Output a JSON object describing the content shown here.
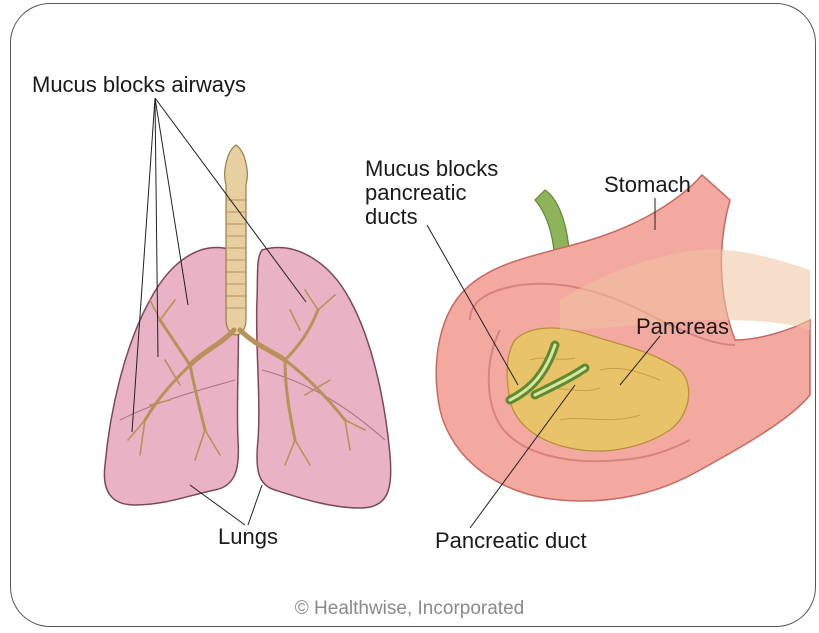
{
  "labels": {
    "airways": "Mucus blocks airways",
    "pancreatic_ducts_line1": "Mucus blocks",
    "pancreatic_ducts_line2": "pancreatic",
    "pancreatic_ducts_line3": "ducts",
    "stomach": "Stomach",
    "pancreas": "Pancreas",
    "lungs": "Lungs",
    "pancreatic_duct": "Pancreatic duct"
  },
  "copyright": "© Healthwise, Incorporated",
  "colors": {
    "lung_fill": "#e9b3c5",
    "lung_stroke": "#7a4a5a",
    "trachea": "#e6cfa0",
    "airway": "#b8925a",
    "stomach_fill": "#f4a9a0",
    "stomach_stroke": "#c46a62",
    "pancreas_fill": "#e8c36a",
    "duct_green": "#5f8a2e",
    "leader_line": "#222222"
  }
}
